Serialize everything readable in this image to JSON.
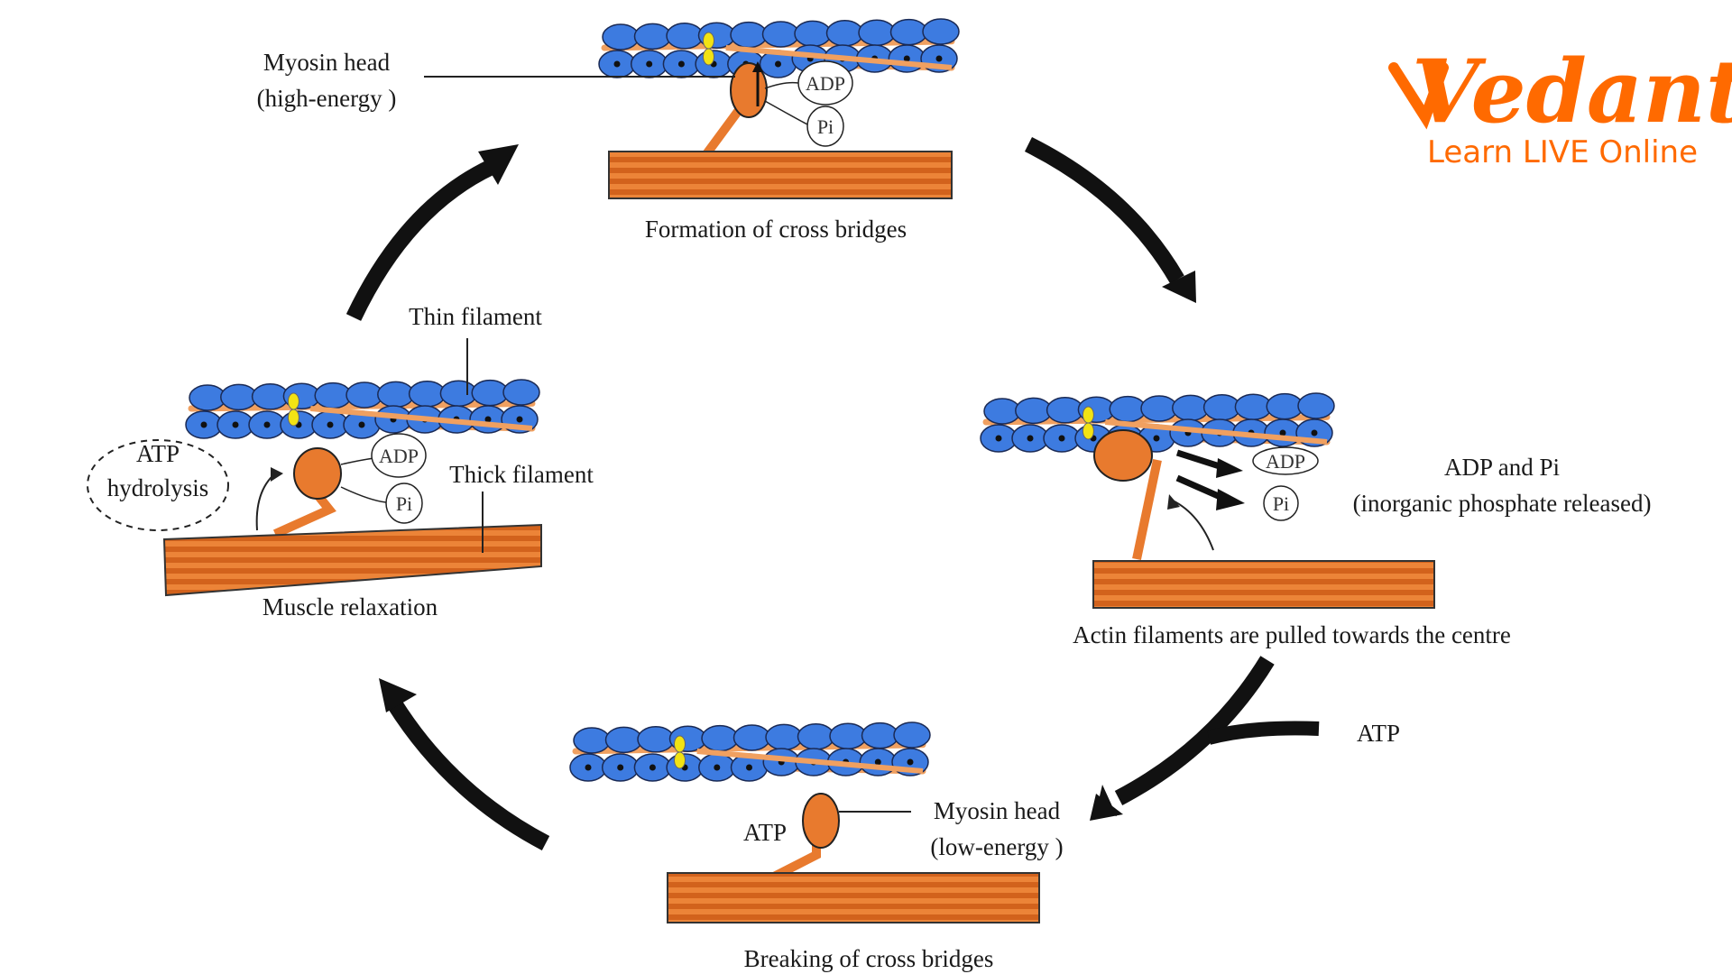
{
  "title": "Cross-bridge cycle of muscle contraction",
  "logo": {
    "brand": "Vedantu",
    "tagline": "Learn LIVE Online",
    "color": "#ff6a00"
  },
  "colors": {
    "actin_blue": "#3d7be0",
    "tropomyosin_tan": "#f0a060",
    "troponin_yellow": "#f2e313",
    "myosin_orange": "#e87a2e",
    "myosin_dark": "#d2621c",
    "arrow": "#111111"
  },
  "stages": {
    "formation": {
      "caption": "Formation of cross bridges",
      "callout_line1": "Myosin head",
      "callout_line2": "(high-energy )",
      "adp": "ADP",
      "pi": "Pi"
    },
    "power_stroke": {
      "caption": "Actin filaments are pulled towards the centre",
      "adp": "ADP",
      "pi": "Pi",
      "note_line1": "ADP and Pi",
      "note_line2": "(inorganic phosphate released)"
    },
    "breaking": {
      "caption": "Breaking of cross bridges",
      "atp_on_head": "ATP",
      "callout_line1": "Myosin head",
      "callout_line2": "(low-energy )",
      "atp_input": "ATP"
    },
    "relaxation": {
      "caption": "Muscle relaxation",
      "thin_label": "Thin filament",
      "thick_label": "Thick filament",
      "hydrolysis_line1": "ATP",
      "hydrolysis_line2": "hydrolysis",
      "adp": "ADP",
      "pi": "Pi"
    }
  }
}
